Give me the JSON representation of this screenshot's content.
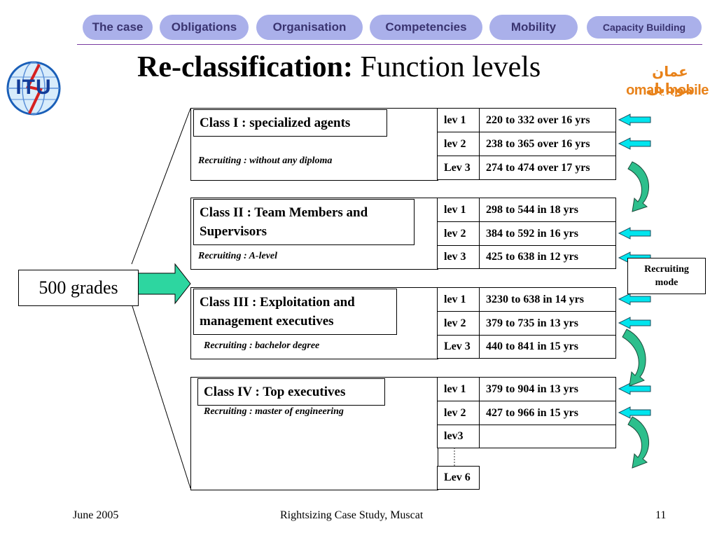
{
  "nav": {
    "tabs": [
      "The case",
      "Obligations",
      "Organisation",
      "Competencies",
      "Mobility",
      "Capacity Building"
    ]
  },
  "title": {
    "bold": "Re-classification:",
    "normal": " Function levels"
  },
  "logos": {
    "itu": "ITU",
    "oman_arabic": "عمان موبايل",
    "oman_latin": "oman mobile"
  },
  "grades_label": "500 grades",
  "recruiting_mode_label": "Recruiting mode",
  "classes": [
    {
      "name": "Class I : specialized agents",
      "recruiting": "Recruiting : without any diploma",
      "levels": [
        {
          "level": "lev 1",
          "range": "220 to 332  over 16 yrs"
        },
        {
          "level": "lev 2",
          "range": "238 to 365 over 16 yrs"
        },
        {
          "level": "Lev 3",
          "range": "274 to 474 over 17 yrs"
        }
      ]
    },
    {
      "name": "Class II : Team Members and Supervisors",
      "recruiting": "Recruiting : A-level",
      "levels": [
        {
          "level": "lev 1",
          "range": "298 to 544  in 18 yrs"
        },
        {
          "level": "lev 2",
          "range": "384 to 592 in 16 yrs"
        },
        {
          "level": "lev 3",
          "range": "425 to 638 in 12 yrs"
        }
      ]
    },
    {
      "name": "Class III : Exploitation and management executives",
      "recruiting": "Recruiting : bachelor degree",
      "levels": [
        {
          "level": "lev 1",
          "range": "3230 to 638  in 14 yrs"
        },
        {
          "level": "lev 2",
          "range": "379 to 735 in 13 yrs"
        },
        {
          "level": "Lev 3",
          "range": "440 to 841 in 15 yrs"
        }
      ]
    },
    {
      "name": "Class IV : Top executives",
      "recruiting": "Recruiting : master of engineering",
      "levels": [
        {
          "level": "lev 1",
          "range": "379 to 904  in 13 yrs"
        },
        {
          "level": "lev 2",
          "range": "427 to 966 in 15 yrs"
        },
        {
          "level": "lev3",
          "range": ""
        },
        {
          "level": "Lev 6",
          "range": ""
        }
      ]
    }
  ],
  "footer": {
    "date": "June 2005",
    "center": "Rightsizing  Case Study, Muscat",
    "page": "11"
  },
  "colors": {
    "tab_fill": "#aab0ea",
    "arrow_cyan": "#00e5ee",
    "arrow_green": "#2dbf8c"
  }
}
